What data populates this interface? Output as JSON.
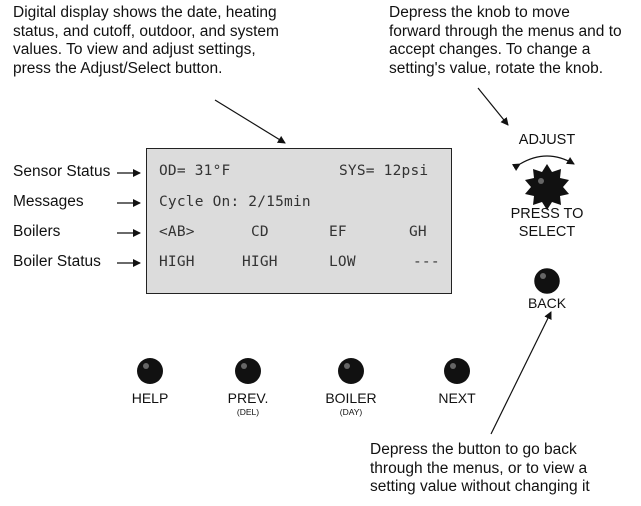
{
  "callouts": {
    "display_line1": "Digital display shows the date, heating",
    "display_line2": "status, and cutoff, outdoor, and system",
    "display_line3": "values. To view and adjust settings,",
    "display_line4": "press the Adjust/Select button.",
    "knob_line1": "Depress the knob to move",
    "knob_line2": "forward through the menus and to",
    "knob_line3": "accept changes. To change a",
    "knob_line4": "setting's value, rotate the knob.",
    "back_line1": "Depress the button to go back",
    "back_line2": "through the menus, or to view a",
    "back_line3": "setting value without changing it"
  },
  "row_labels": {
    "sensor_status": "Sensor Status",
    "messages": "Messages",
    "boilers": "Boilers",
    "boiler_status": "Boiler Status"
  },
  "display": {
    "od": "OD= 31°F",
    "sys": "SYS= 12psi",
    "message": "Cycle On: 2/15min",
    "boilers": [
      "<AB>",
      "CD",
      "EF",
      "GH"
    ],
    "statuses": [
      "HIGH",
      "HIGH",
      "LOW",
      "---"
    ]
  },
  "knob": {
    "adjust_label": "ADJUST",
    "press_line1": "PRESS TO",
    "press_line2": "SELECT"
  },
  "back_button": {
    "label": "BACK"
  },
  "buttons": [
    {
      "label": "HELP",
      "sub": ""
    },
    {
      "label": "PREV.",
      "sub": "(DEL)"
    },
    {
      "label": "BOILER",
      "sub": "(DAY)"
    },
    {
      "label": "NEXT",
      "sub": ""
    }
  ]
}
